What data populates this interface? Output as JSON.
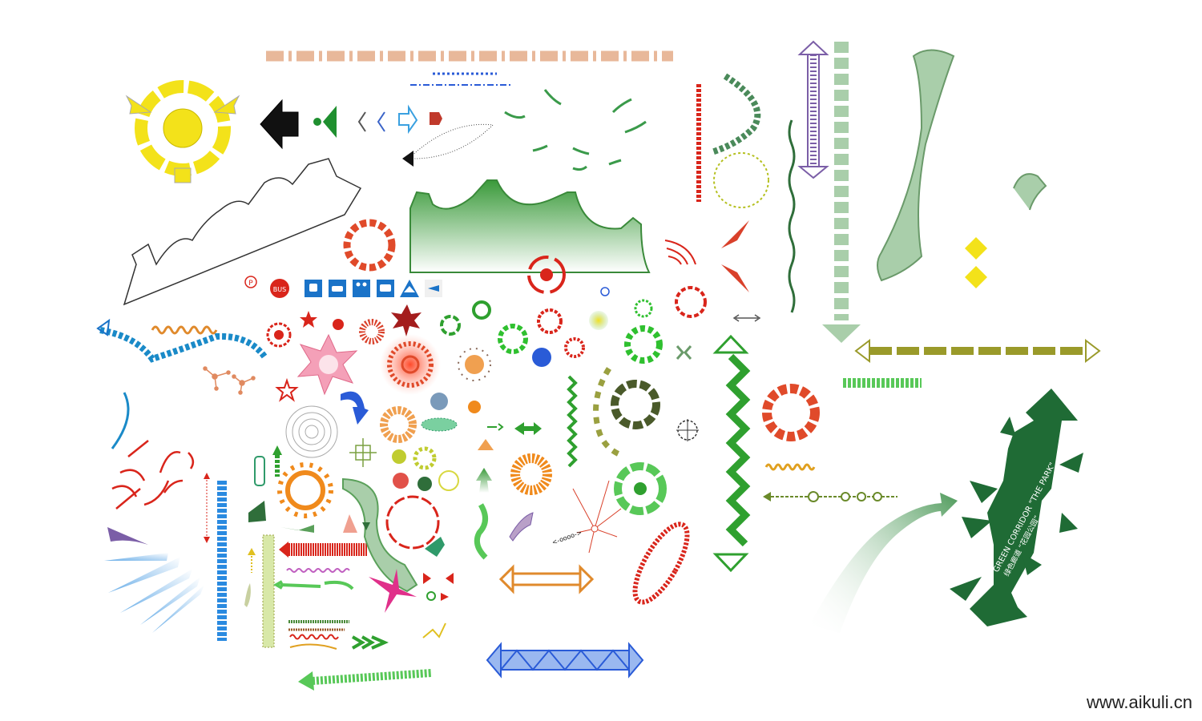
{
  "labels": {
    "bus_sign": "BUS",
    "parking_sign": "P",
    "corridor_en": "GREEN CORRIDOR \"THE PARK\"",
    "corridor_cn": "绿色廊道 “花园公园”"
  },
  "icons": [
    "train-icon",
    "car-icon",
    "pedestrian-icon",
    "bus-icon",
    "ship-icon",
    "plane-icon"
  ],
  "colors": {
    "green_dark": "#1f6b35",
    "green_light": "#7fbf7f",
    "red": "#d9412b",
    "blue": "#2a5bd7",
    "yellow": "#f3e21a",
    "orange": "#f08a1c",
    "pink": "#e06a8a",
    "purple": "#7b5ea7",
    "olive": "#9a9a2a"
  },
  "watermark": "www.aikuli.cn"
}
